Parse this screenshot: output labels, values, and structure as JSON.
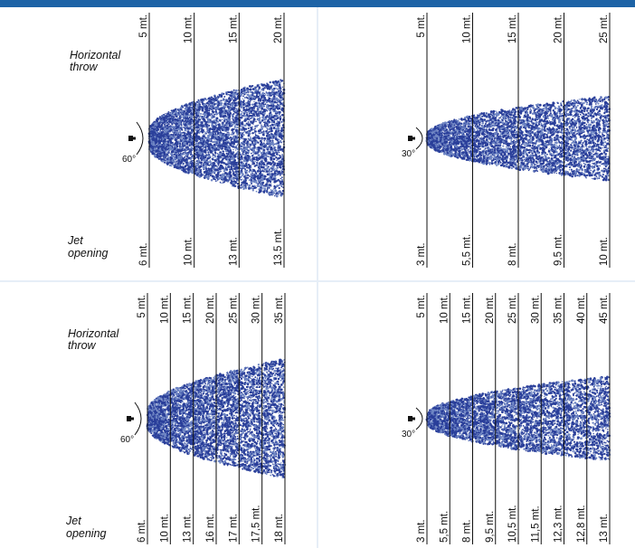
{
  "colors": {
    "accent": "#1d63a6",
    "spray": "#2a3f9a"
  },
  "labels": {
    "horizontal_throw": [
      "Horizontal",
      "throw"
    ],
    "jet_opening": [
      "Jet",
      "opening"
    ]
  },
  "panels": [
    {
      "id": "p1",
      "angle": "60°",
      "show_side_labels": true,
      "throw": [
        "5 mt.",
        "10 mt.",
        "15 mt.",
        "20 mt."
      ],
      "opening": [
        "6 mt.",
        "10 mt.",
        "13 mt.",
        "13,5 mt."
      ]
    },
    {
      "id": "p2",
      "angle": "30°",
      "show_side_labels": false,
      "throw": [
        "5 mt.",
        "10 mt.",
        "15 mt.",
        "20 mt.",
        "25 mt."
      ],
      "opening": [
        "3 mt.",
        "5,5 mt.",
        "8 mt.",
        "9,5 mt.",
        "10 mt."
      ]
    },
    {
      "id": "p3",
      "angle": "60°",
      "show_side_labels": true,
      "throw": [
        "5 mt.",
        "10 mt.",
        "15 mt.",
        "20 mt.",
        "25 mt.",
        "30 mt.",
        "35 mt."
      ],
      "opening": [
        "6 mt.",
        "10 mt.",
        "13 mt.",
        "16 mt.",
        "17 mt.",
        "17,5 mt.",
        "18 mt."
      ]
    },
    {
      "id": "p4",
      "angle": "30°",
      "show_side_labels": false,
      "throw": [
        "5 mt.",
        "10 mt.",
        "15 mt.",
        "20 mt.",
        "25 mt.",
        "30 mt.",
        "35 mt.",
        "40 mt.",
        "45 mt."
      ],
      "opening": [
        "3 mt.",
        "5,5 mt.",
        "8 mt.",
        "9,5 mt.",
        "10,5 mt.",
        "11,5 mt.",
        "12,3 mt.",
        "12,8 mt.",
        "13 mt."
      ]
    }
  ]
}
